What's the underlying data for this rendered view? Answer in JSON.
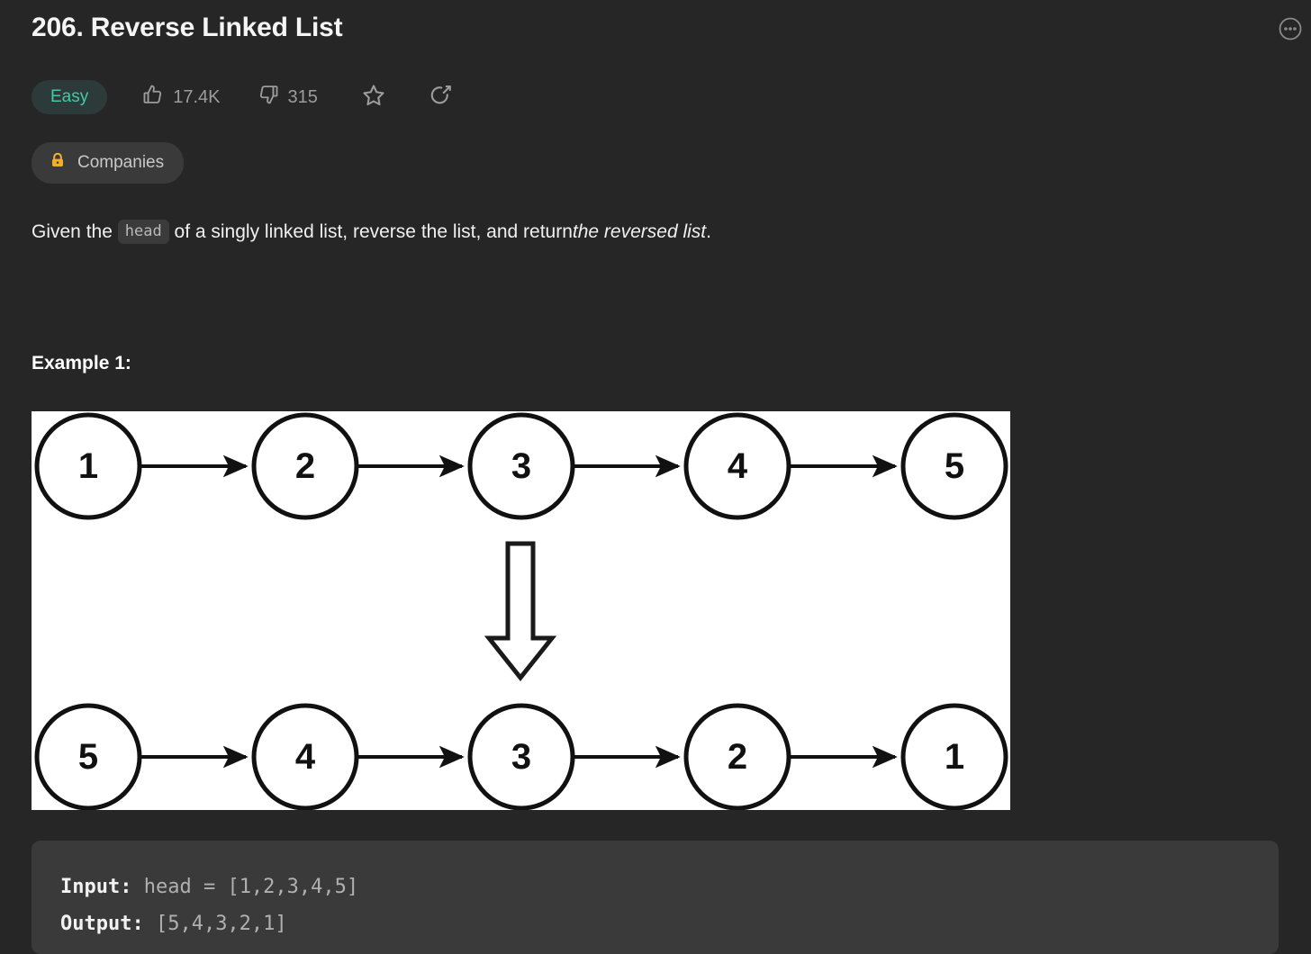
{
  "header": {
    "title": "206. Reverse Linked List",
    "more_icon": "ellipsis-circle-icon"
  },
  "meta": {
    "difficulty": "Easy",
    "difficulty_color": "#45c9a5",
    "difficulty_bg": "#2c3a39",
    "likes": "17.4K",
    "dislikes": "315",
    "like_icon": "thumbs-up-icon",
    "dislike_icon": "thumbs-down-icon",
    "favorite_icon": "star-icon",
    "share_icon": "share-icon"
  },
  "companies": {
    "label": "Companies",
    "lock_icon": "lock-icon",
    "lock_color": "#f0ae2f"
  },
  "description": {
    "part1": "Given the",
    "code": "head",
    "part2": "of a singly linked list, reverse the list, and return",
    "emphasis": "the reversed list",
    "part3": "."
  },
  "example": {
    "heading": "Example 1:"
  },
  "diagram": {
    "top_row": [
      "1",
      "2",
      "3",
      "4",
      "5"
    ],
    "bottom_row": [
      "5",
      "4",
      "3",
      "2",
      "1"
    ],
    "arrow_down_icon": "block-arrow-down-icon",
    "node_fill": "#ffffff",
    "node_stroke": "#111111",
    "canvas_bg": "#ffffff"
  },
  "code_block": {
    "input_key": "Input:",
    "input_value": " head = [1,2,3,4,5]",
    "output_key": "Output:",
    "output_value": " [5,4,3,2,1]"
  }
}
